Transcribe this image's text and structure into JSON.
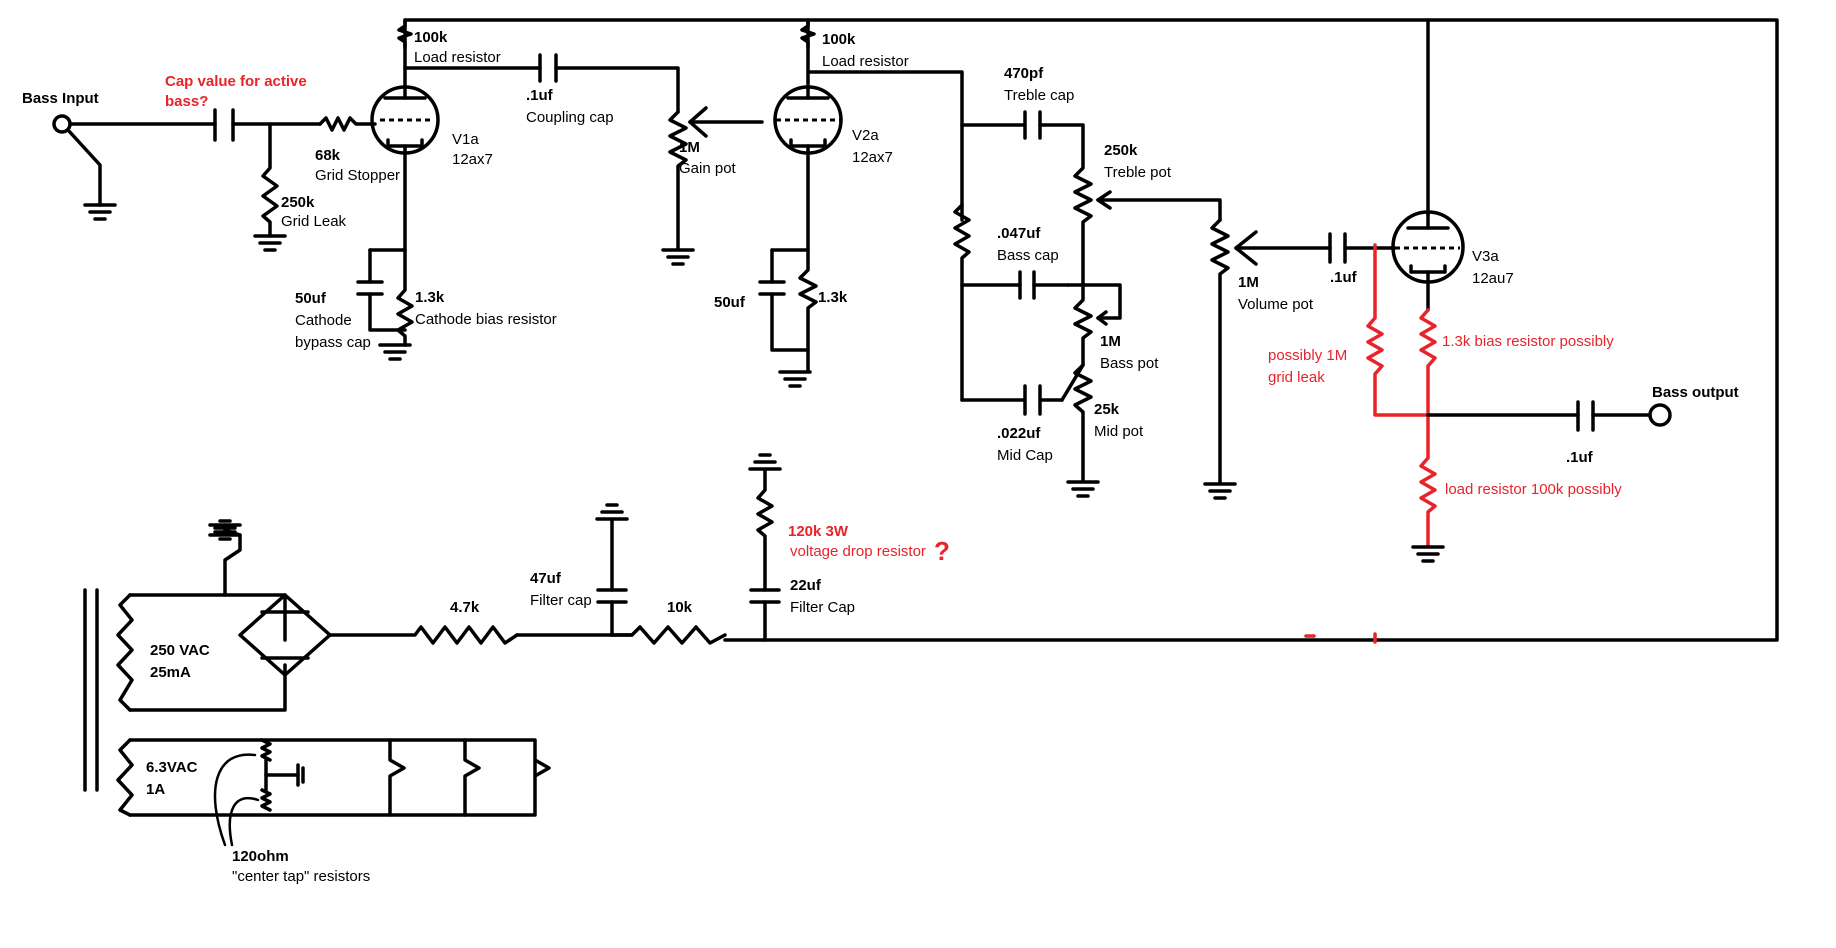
{
  "colors": {
    "wire": "#000000",
    "annotation": "#e8232a",
    "background": "#ffffff"
  },
  "labels": {
    "bass_input": "Bass Input",
    "cap_question_1": "Cap value for active",
    "cap_question_2": "bass?",
    "r68k_value": "68k",
    "r68k_name": "Grid Stopper",
    "r250k_value": "250k",
    "r250k_name": "Grid Leak",
    "v1_load_value": "100k",
    "v1_load_name": "Load resistor",
    "v1_name": "V1a",
    "v1_type": "12ax7",
    "c50_1_value": "50uf",
    "c50_1_name_1": "Cathode",
    "c50_1_name_2": "bypass cap",
    "r13_1_value": "1.3k",
    "r13_1_name": "Cathode bias resistor",
    "coupling_value": ".1uf",
    "coupling_name": "Coupling cap",
    "gain_value": "1M",
    "gain_name": "Gain pot",
    "v2_load_value": "100k",
    "v2_load_name": "Load resistor",
    "v2_name": "V2a",
    "v2_type": "12ax7",
    "c50_2_value": "50uf",
    "r13_2_value": "1.3k",
    "treble_cap_value": "470pf",
    "treble_cap_name": "Treble cap",
    "treble_pot_value": "250k",
    "treble_pot_name": "Treble pot",
    "bass_cap_value": ".047uf",
    "bass_cap_name": "Bass cap",
    "bass_pot_value": "1M",
    "bass_pot_name": "Bass pot",
    "mid_cap_value": ".022uf",
    "mid_cap_name": "Mid Cap",
    "mid_pot_value": "25k",
    "mid_pot_name": "Mid pot",
    "volume_value": "1M",
    "volume_name": "Volume pot",
    "c_v3_in_value": ".1uf",
    "v3_name": "V3a",
    "v3_type": "12au7",
    "red_grid_1": "possibly 1M",
    "red_grid_2": "grid leak",
    "red_bias": "1.3k bias resistor  possibly",
    "red_load": "load resistor 100k  possibly",
    "bass_output": "Bass output",
    "c_out_value": ".1uf",
    "r120k_value": "120k 3W",
    "r120k_name": "voltage drop resistor",
    "c22_value": "22uf",
    "c22_name": "Filter Cap",
    "c47_value": "47uf",
    "c47_name": "Filter cap",
    "r47k_value": "4.7k",
    "r10k_value": "10k",
    "hv_winding_1": "250 VAC",
    "hv_winding_2": "25mA",
    "fil_winding_1": "6.3VAC",
    "fil_winding_2": "1A",
    "ct_value": "120ohm",
    "ct_name": "\"center tap\" resistors"
  }
}
